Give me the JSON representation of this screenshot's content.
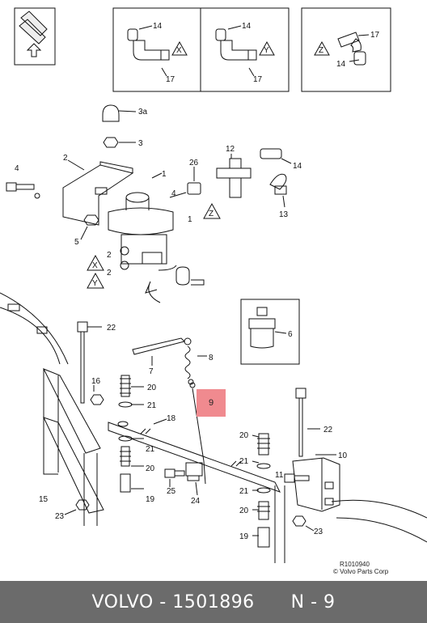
{
  "callouts": {
    "c14a": "14",
    "c17a": "17",
    "tX": "X",
    "c14b": "14",
    "c17b": "17",
    "tY": "Y",
    "c17c": "17",
    "c14c": "14",
    "tZ": "Z",
    "c3a": "3a",
    "c3": "3",
    "c2": "2",
    "c4": "4",
    "c1": "1",
    "c26": "26",
    "c12": "12",
    "c14d": "14",
    "c13": "13",
    "c5": "5",
    "cZ2": "Z",
    "c1b": "1",
    "c4b": "4",
    "c2x": "2",
    "cX2": "X",
    "c2y": "2",
    "cY2": "Y",
    "c6": "6",
    "c22a": "22",
    "c7": "7",
    "c8": "8",
    "c9": "9",
    "c16": "16",
    "c20a": "20",
    "c21a": "21",
    "c18": "18",
    "c21b": "21",
    "c20b": "20",
    "c15": "15",
    "c19a": "19",
    "c25": "25",
    "c24": "24",
    "c23a": "23",
    "c22b": "22",
    "c10": "10",
    "c20c": "20",
    "c21c": "21",
    "c11": "11",
    "c21d": "21",
    "c20d": "20",
    "c19b": "19",
    "c23b": "23"
  },
  "drawing_ref": "R1010940",
  "copyright": "© Volvo Parts Corp",
  "highlight_color": "#f08a8f",
  "footer": {
    "brand": "VOLVO",
    "part_no": "1501896",
    "section": "N - 9"
  }
}
